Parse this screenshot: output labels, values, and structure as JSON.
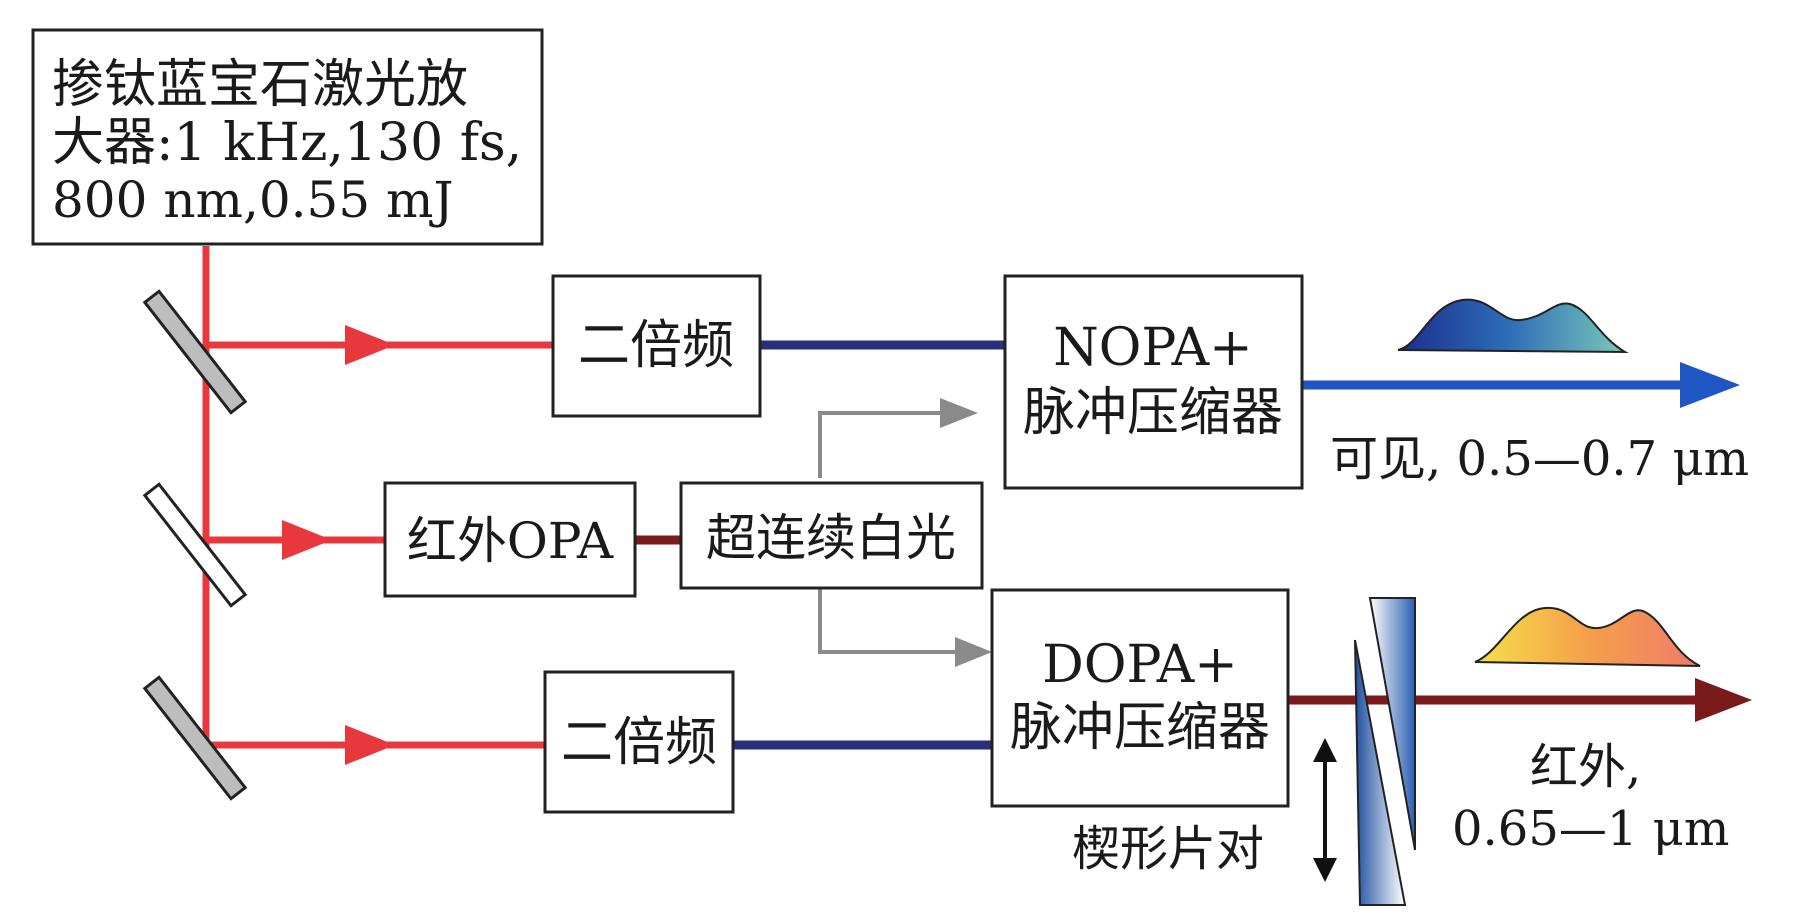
{
  "laser": {
    "line1": "掺钛蓝宝石激光放",
    "line2": "大器:1 kHz,130 fs,",
    "line3": "800 nm,0.55 mJ"
  },
  "shg_top": {
    "label": "二倍频"
  },
  "shg_bottom": {
    "label": "二倍频"
  },
  "ir_opa": {
    "label": "红外OPA"
  },
  "supercontinuum": {
    "label": "超连续白光"
  },
  "nopa": {
    "line1": "NOPA+",
    "line2": "脉冲压缩器"
  },
  "dopa": {
    "line1": "DOPA+",
    "line2": "脉冲压缩器"
  },
  "visible_output": {
    "label": "可见, 0.5—0.7 μm"
  },
  "ir_output": {
    "line1": "红外,",
    "line2": "0.65—1 μm"
  },
  "wedge": {
    "label": "楔形片对"
  },
  "colors": {
    "pump_red": "#e8383d",
    "blue_beam": "#2a2f7a",
    "visible_beam": "#1f56c4",
    "ir_beam": "#7a1a1a",
    "seed_gray": "#8a8a8a",
    "mirror_gray": "#bdbdbd"
  }
}
